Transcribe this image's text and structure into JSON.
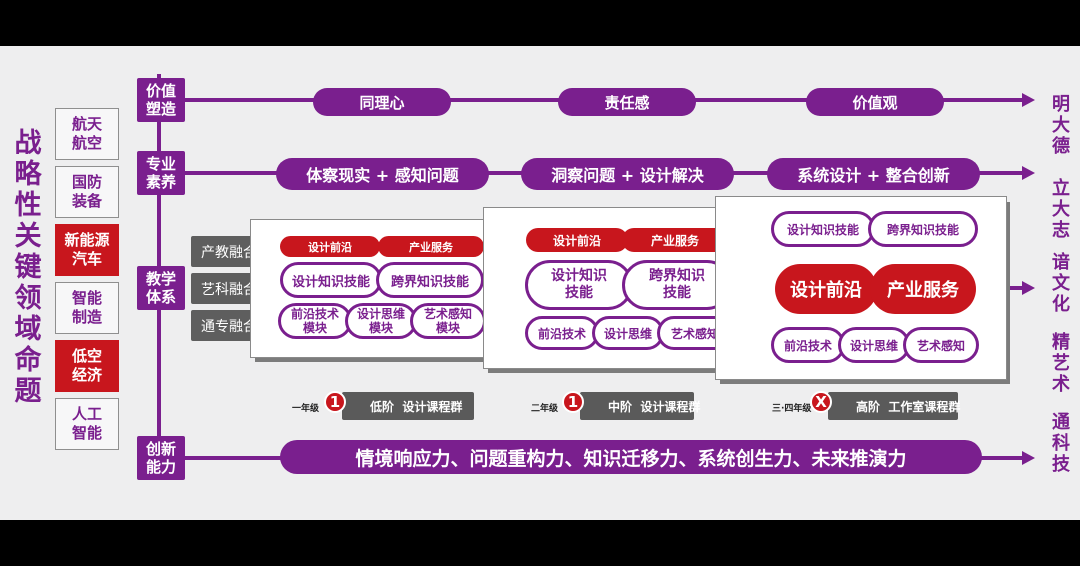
{
  "left_title": "战略性关键领域命题",
  "domains": [
    {
      "label": "航天\n航空",
      "highlight": false
    },
    {
      "label": "国防\n装备",
      "highlight": false
    },
    {
      "label": "新能源\n汽车",
      "highlight": true
    },
    {
      "label": "智能\n制造",
      "highlight": false
    },
    {
      "label": "低空\n经济",
      "highlight": true
    },
    {
      "label": "人工\n智能",
      "highlight": false
    }
  ],
  "rows": {
    "value": {
      "label": "价值\n塑造",
      "items": [
        "同理心",
        "责任感",
        "价值观"
      ]
    },
    "professional": {
      "label": "专业\n素养",
      "items": [
        "体察现实 + 感知问题",
        "洞察问题 + 设计解决",
        "系统设计 + 整合创新"
      ]
    },
    "teaching": {
      "label": "教学\n体系"
    },
    "innovation": {
      "label": "创新\n能力",
      "text": "情境响应力、问题重构力、知识迁移力、系统创生力、未来推演力"
    }
  },
  "fusion": [
    "产教融合",
    "艺科融合",
    "通专融合"
  ],
  "panels": {
    "p1": {
      "frontier": "设计前沿",
      "service": "产业服务",
      "skill_a": "设计知识技能",
      "skill_b": "跨界知识技能",
      "mod_a": "前沿技术\n模块",
      "mod_b": "设计思维\n模块",
      "mod_c": "艺术感知\n模块"
    },
    "p2": {
      "frontier": "设计前沿",
      "service": "产业服务",
      "skill_a": "设计知识\n技能",
      "skill_b": "跨界知识\n技能",
      "mod_a": "前沿技术",
      "mod_b": "设计思维",
      "mod_c": "艺术感知"
    },
    "p3": {
      "skill_a": "设计知识技能",
      "skill_b": "跨界知识技能",
      "frontier": "设计前沿",
      "service": "产业服务",
      "mod_a": "前沿技术",
      "mod_b": "设计思维",
      "mod_c": "艺术感知"
    }
  },
  "levels": [
    {
      "year": "一年级",
      "badge": "1",
      "text": "低阶  设计课程群"
    },
    {
      "year": "二年级",
      "badge": "1",
      "text": "中阶  设计课程群"
    },
    {
      "year": "三·四年级",
      "badge": "X",
      "text": "高阶  工作室课程群"
    }
  ],
  "right_values": [
    "明大德",
    "立大志",
    "谙文化",
    "精艺术",
    "通科技"
  ],
  "colors": {
    "purple": "#7a1f8e",
    "red": "#c8161d",
    "gray": "#5e5e5e"
  }
}
